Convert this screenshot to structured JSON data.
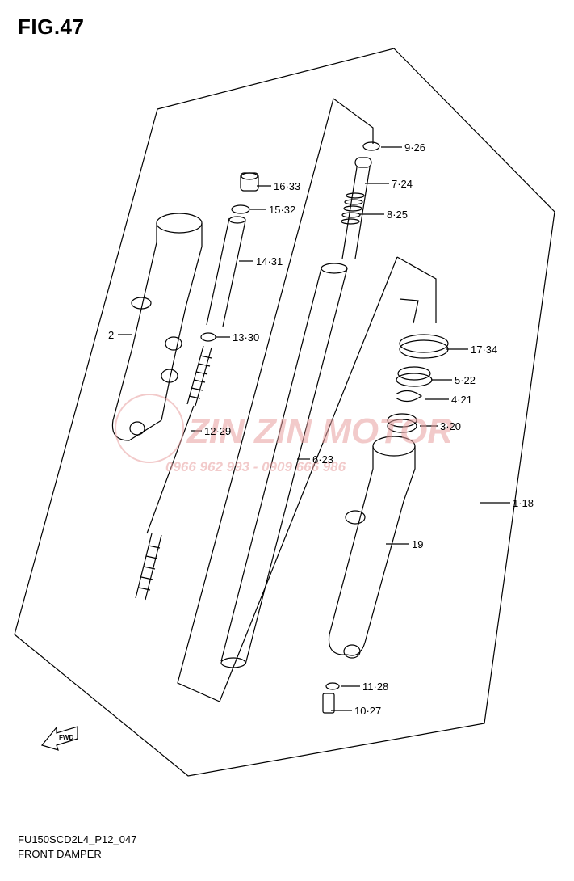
{
  "figure": {
    "title": "FIG.47",
    "code": "FU150SCD2L4_P12_047",
    "caption": "FRONT DAMPER"
  },
  "fwd_label": "FWD",
  "watermark": {
    "brand": "ZIN ZIN MOTOR",
    "phone": "0966 962 993 - 0909 666 986",
    "color": "#e8a0a0"
  },
  "parts": [
    {
      "id": "part-9-26",
      "label": "9·26"
    },
    {
      "id": "part-7-24",
      "label": "7·24"
    },
    {
      "id": "part-16-33",
      "label": "16·33"
    },
    {
      "id": "part-15-32",
      "label": "15·32"
    },
    {
      "id": "part-8-25",
      "label": "8·25"
    },
    {
      "id": "part-14-31",
      "label": "14·31"
    },
    {
      "id": "part-2",
      "label": "2"
    },
    {
      "id": "part-13-30",
      "label": "13·30"
    },
    {
      "id": "part-17-34",
      "label": "17·34"
    },
    {
      "id": "part-5-22",
      "label": "5·22"
    },
    {
      "id": "part-4-21",
      "label": "4·21"
    },
    {
      "id": "part-12-29",
      "label": "12·29"
    },
    {
      "id": "part-3-20",
      "label": "3·20"
    },
    {
      "id": "part-6-23",
      "label": "6·23"
    },
    {
      "id": "part-1-18",
      "label": "1·18"
    },
    {
      "id": "part-19",
      "label": "19"
    },
    {
      "id": "part-11-28",
      "label": "11·28"
    },
    {
      "id": "part-10-27",
      "label": "10·27"
    }
  ]
}
